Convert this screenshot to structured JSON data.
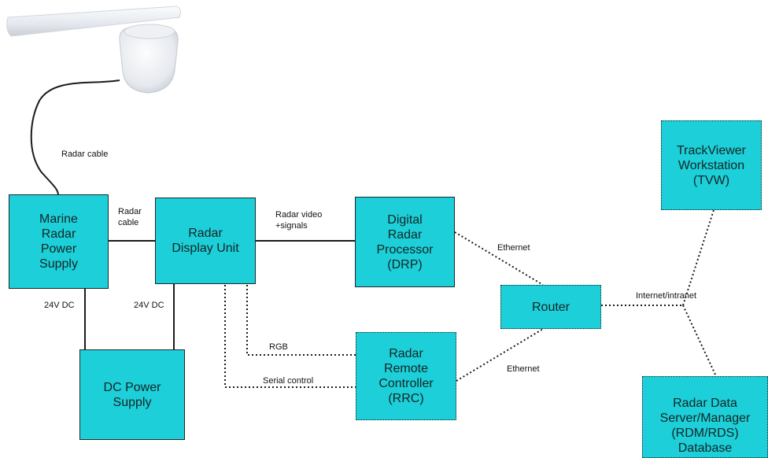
{
  "boxes": {
    "marine_radar_power_supply": "Marine\nRadar\nPower\nSupply",
    "radar_display_unit": "Radar\nDisplay Unit",
    "digital_radar_processor": "Digital\nRadar\nProcessor\n(DRP)",
    "dc_power_supply": "DC Power\nSupply",
    "radar_remote_controller": "Radar\nRemote\nController\n(RRC)",
    "router": "Router",
    "trackviewer_workstation": "TrackViewer\nWorkstation\n(TVW)",
    "radar_data_server": "Radar Data\nServer/Manager\n(RDM/RDS)\nDatabase"
  },
  "labels": {
    "radar_cable_antenna": "Radar cable",
    "radar_cable_psu": "Radar\ncable",
    "radar_video": "Radar video\n+signals",
    "ethernet_drp": "Ethernet",
    "ethernet_rrc": "Ethernet",
    "internet": "Internet/intranet",
    "dc_24v_left": "24V DC",
    "dc_24v_right": "24V DC",
    "rgb": "RGB",
    "serial_control": "Serial control"
  },
  "colors": {
    "box_fill": "#1ccfd8",
    "line": "#1b2a2a"
  }
}
